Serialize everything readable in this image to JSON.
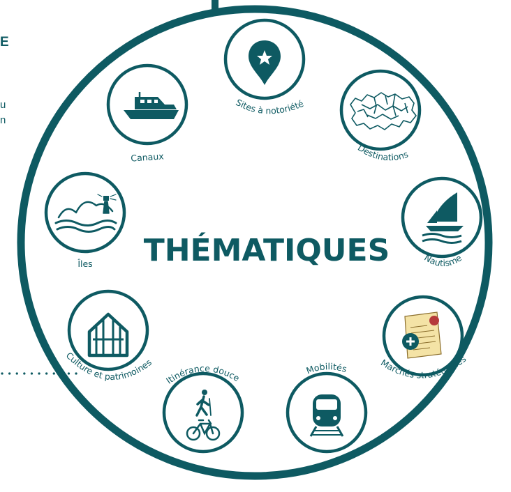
{
  "title": "THÉMATIQUES",
  "colors": {
    "teal": "#0e5a62",
    "white": "#ffffff",
    "paper": "#f4e3a6",
    "seal": "#b53a3a"
  },
  "side_fragments": {
    "heading": "E",
    "line1": "u",
    "line2": "n"
  },
  "items": [
    {
      "label": "Sites à notoriété",
      "icon": "map-pin-star-icon"
    },
    {
      "label": "Destinations",
      "icon": "brittany-map-icon"
    },
    {
      "label": "Nautisme",
      "icon": "sailboat-icon"
    },
    {
      "label": "Marchés stratégiques",
      "icon": "certificate-plus-icon"
    },
    {
      "label": "Mobilités",
      "icon": "train-icon"
    },
    {
      "label": "Itinérance douce",
      "icon": "hiker-bike-icon"
    },
    {
      "label": "Culture et patrimoines",
      "icon": "heritage-building-icon"
    },
    {
      "label": "Îles",
      "icon": "island-lighthouse-icon"
    },
    {
      "label": "Canaux",
      "icon": "canal-boat-icon"
    }
  ]
}
